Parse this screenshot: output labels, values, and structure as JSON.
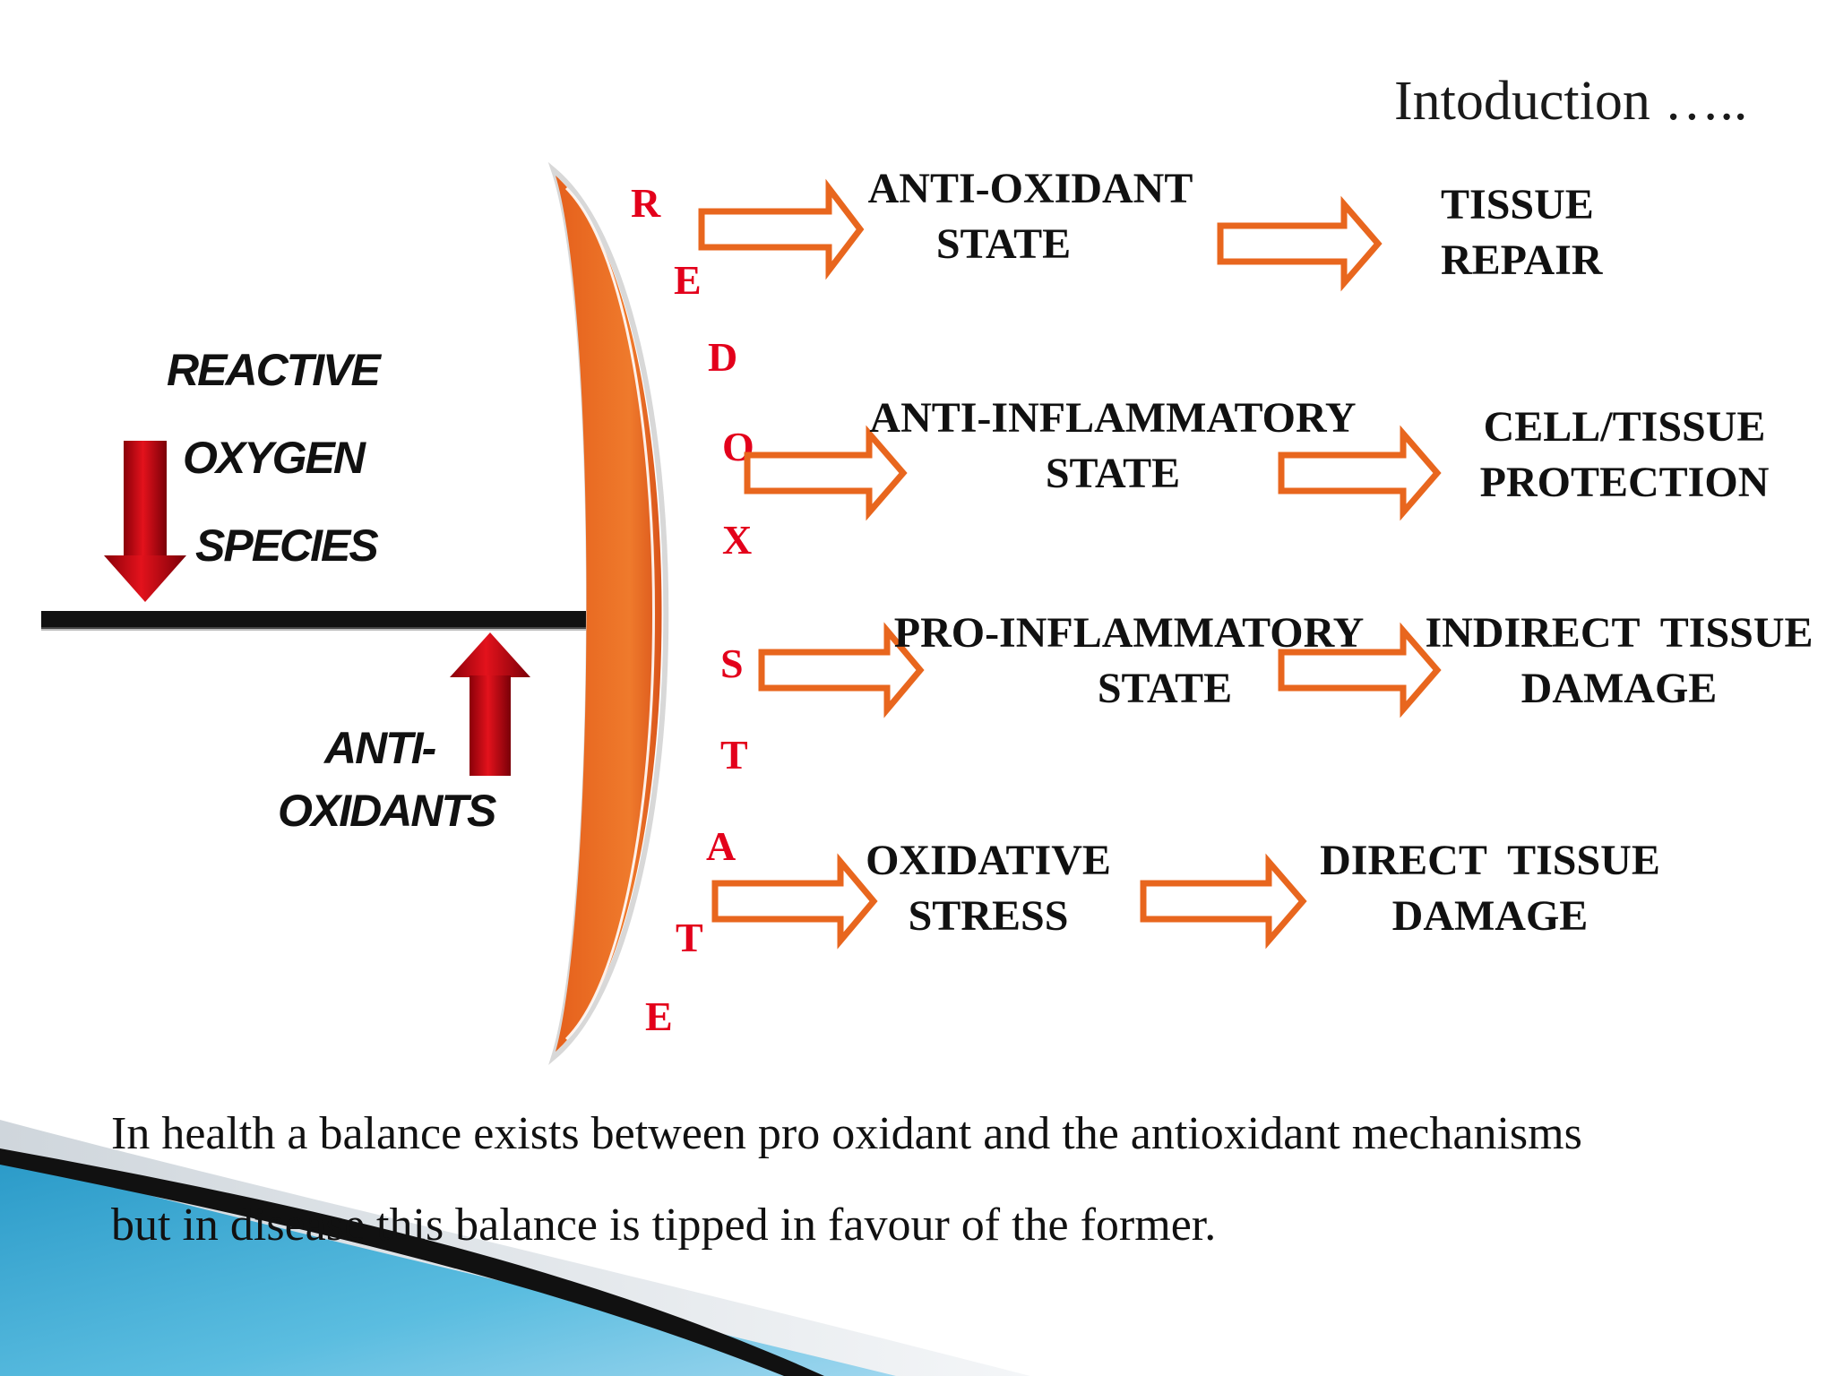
{
  "title": "Intoduction …..",
  "balance": {
    "ros_lines": [
      "REACTIVE",
      "OXYGEN",
      "SPECIES"
    ],
    "anti_lines": [
      "ANTI-",
      "OXIDANTS"
    ]
  },
  "redox_letters": [
    "R",
    "E",
    "D",
    "O",
    "X",
    "S",
    "T",
    "A",
    "T",
    "E"
  ],
  "rows": [
    {
      "state": [
        "ANTI-OXIDANT",
        "STATE"
      ],
      "outcome": [
        "TISSUE",
        "REPAIR"
      ]
    },
    {
      "state": [
        "ANTI-INFLAMMATORY",
        "STATE"
      ],
      "outcome": [
        "CELL/TISSUE",
        "PROTECTION"
      ]
    },
    {
      "state": [
        "PRO-INFLAMMATORY",
        "STATE"
      ],
      "outcome": [
        "INDIRECT  TISSUE",
        "DAMAGE"
      ]
    },
    {
      "state": [
        "OXIDATIVE",
        "STRESS"
      ],
      "outcome": [
        "DIRECT  TISSUE",
        "DAMAGE"
      ]
    }
  ],
  "caption": {
    "line1": "In health a balance exists between pro oxidant and the antioxidant mechanisms",
    "line2": "but in disease this balance is tipped in favour of the former."
  },
  "colors": {
    "arrow": "#e8661e",
    "redox_text": "#e3001b",
    "red_arrow": "#c4000e",
    "accent_blue": "#2a9ac8"
  }
}
